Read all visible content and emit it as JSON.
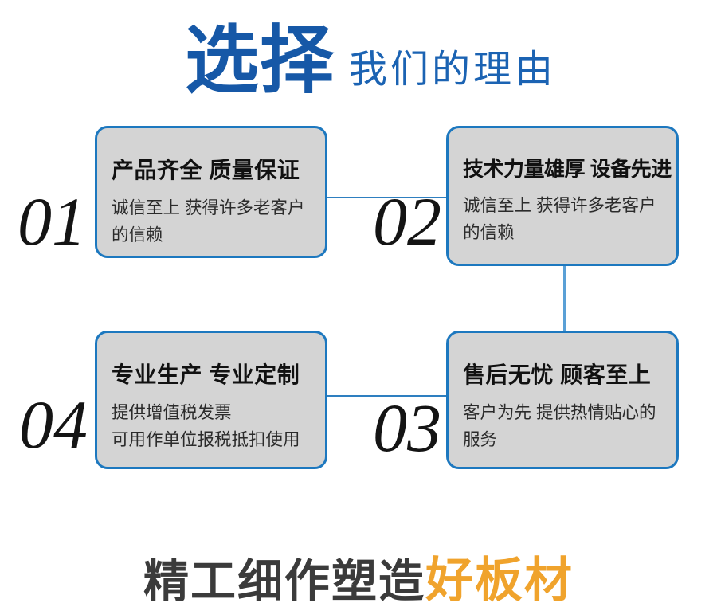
{
  "header": {
    "title_main": "选择",
    "title_sub": "我们的理由"
  },
  "cards": [
    {
      "number": "01",
      "title": "产品齐全 质量保证",
      "description": "诚信至上 获得许多老客户\n的信赖"
    },
    {
      "number": "02",
      "title": "技术力量雄厚 设备先进",
      "description": "诚信至上 获得许多老客户\n的信赖"
    },
    {
      "number": "03",
      "title": "售后无忧 顾客至上",
      "description": "客户为先 提供热情贴心的\n服务"
    },
    {
      "number": "04",
      "title": "专业生产 专业定制",
      "description": "提供增值税发票\n可用作单位报税抵扣使用"
    }
  ],
  "footer": {
    "tagline_dark": "精工细作塑造",
    "tagline_accent": "好板材"
  },
  "colors": {
    "title_blue": "#1658a7",
    "subtitle_blue": "#1b63b3",
    "card_border_blue": "#1d78bf",
    "card_background_gray": "#d4d4d4",
    "connector_blue": "#2e7fc0",
    "connector_light_blue": "#5aa0d6",
    "tagline_dark": "#3b3b3b",
    "tagline_orange": "#f0a32c"
  }
}
